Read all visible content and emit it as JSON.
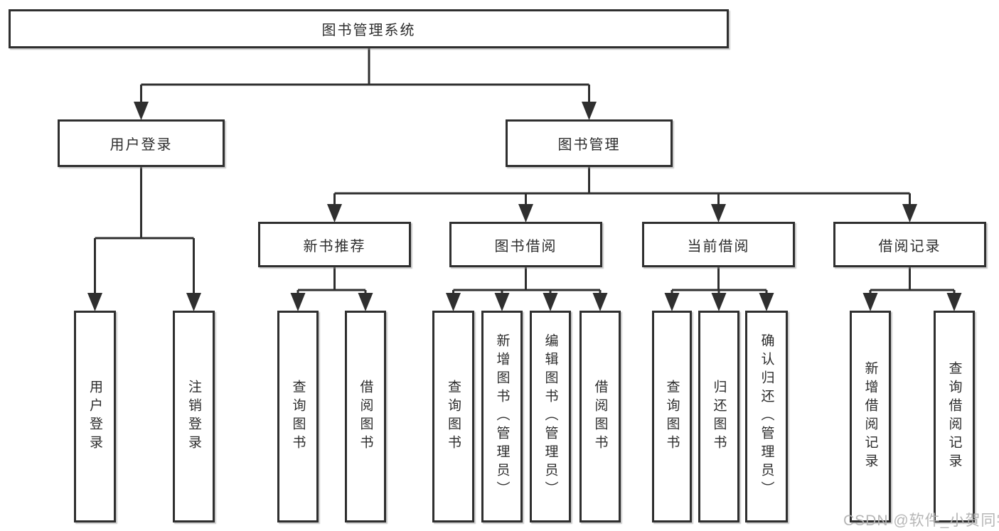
{
  "tree": {
    "label": "图书管理系统",
    "children": [
      {
        "label": "用户登录",
        "children": [
          {
            "label": "用户登录"
          },
          {
            "label": "注销登录"
          }
        ]
      },
      {
        "label": "图书管理",
        "children": [
          {
            "label": "新书推荐",
            "children": [
              {
                "label": "查询图书"
              },
              {
                "label": "借阅图书"
              }
            ]
          },
          {
            "label": "图书借阅",
            "children": [
              {
                "label": "查询图书"
              },
              {
                "label": "新增图书（管理员）"
              },
              {
                "label": "编辑图书（管理员）"
              },
              {
                "label": "借阅图书"
              }
            ]
          },
          {
            "label": "当前借阅",
            "children": [
              {
                "label": "查询图书"
              },
              {
                "label": "归还图书"
              },
              {
                "label": "确认归还（管理员）"
              }
            ]
          },
          {
            "label": "借阅记录",
            "children": [
              {
                "label": "新增借阅记录"
              },
              {
                "label": "查询借阅记录"
              }
            ]
          }
        ]
      }
    ]
  },
  "watermark": {
    "text": "CSDN @软件_小贺同学"
  },
  "colors": {
    "line": "#2f2f2f",
    "box_border": "#2f2f2f",
    "box_fill": "#ffffff",
    "text": "#2d2d2d",
    "watermark": "#b2b2b2"
  }
}
